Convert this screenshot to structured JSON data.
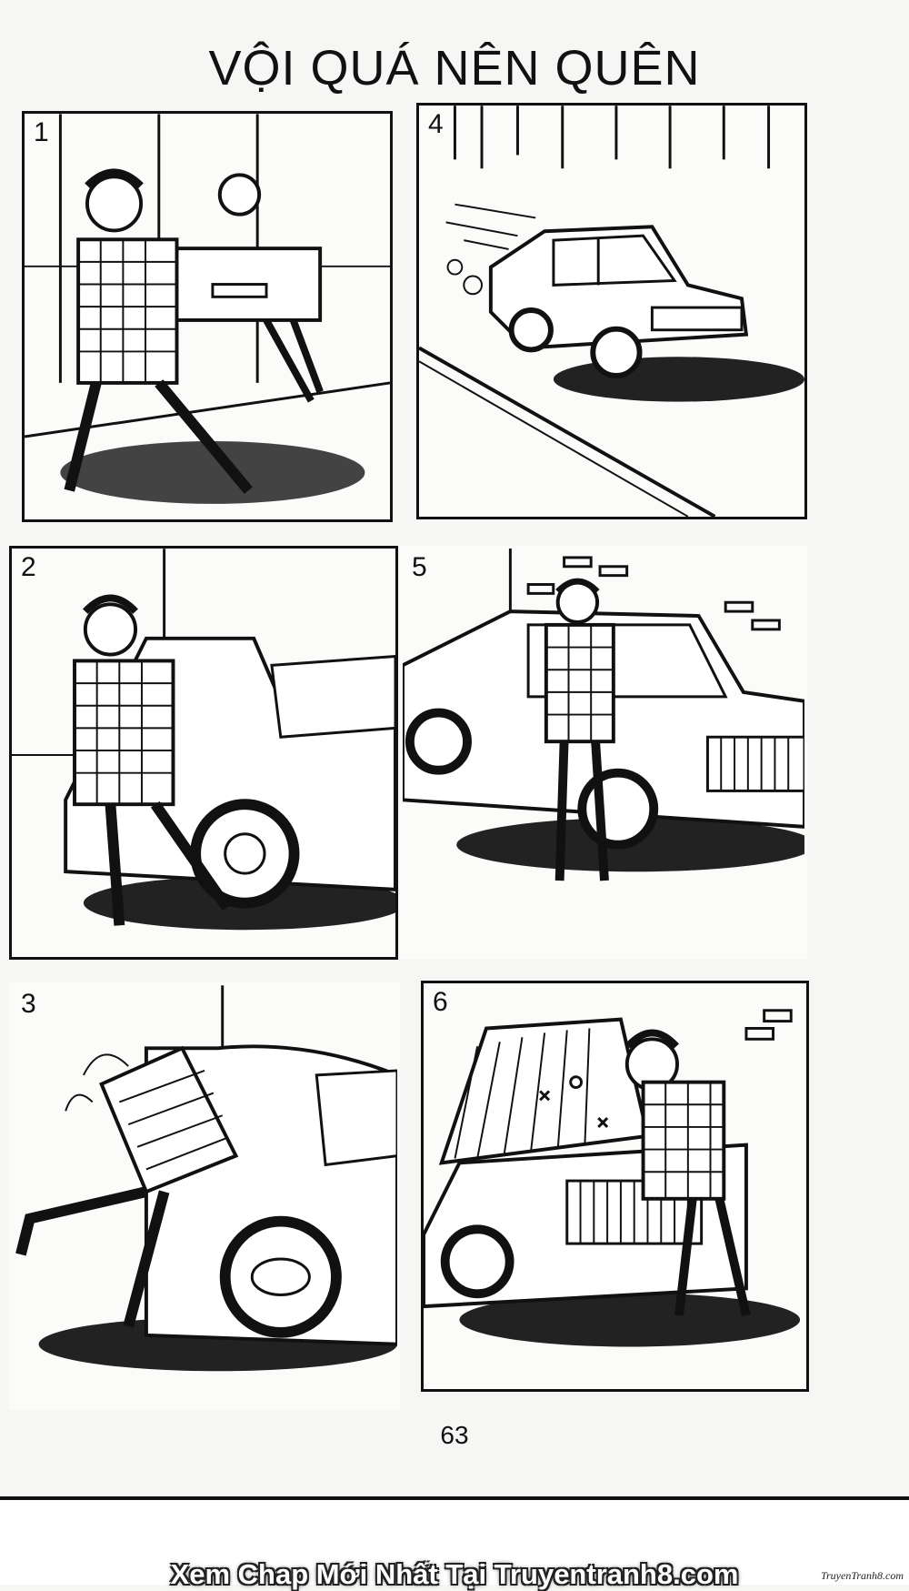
{
  "title": "VỘI QUÁ NÊN QUÊN",
  "panels": [
    {
      "number": "1",
      "scene": "man-carrying-suitcase"
    },
    {
      "number": "4",
      "scene": "car-driving-away"
    },
    {
      "number": "2",
      "scene": "man-at-car-trunk"
    },
    {
      "number": "5",
      "scene": "man-walking-past-car"
    },
    {
      "number": "3",
      "scene": "man-pushing-into-trunk"
    },
    {
      "number": "6",
      "scene": "man-opening-trunk-shocked"
    }
  ],
  "page_number": "63",
  "footer": {
    "link_text": "Xem Chap Mới Nhất Tại Truyentranh8.com",
    "watermark": "TruyenTranh8.com"
  }
}
